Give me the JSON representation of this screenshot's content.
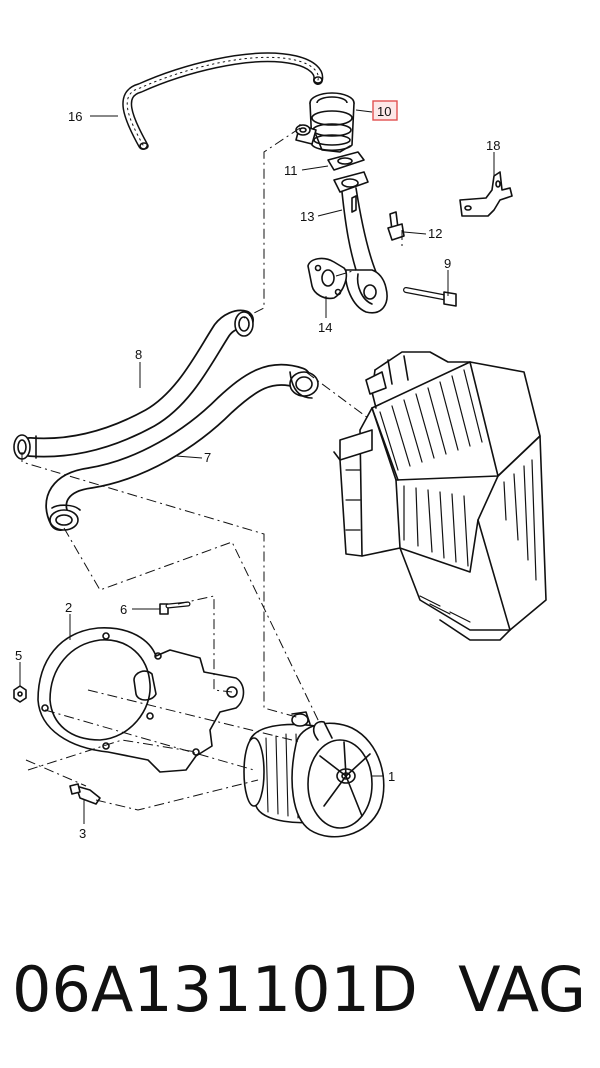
{
  "diagram": {
    "callouts": [
      {
        "id": "16",
        "label": "16"
      },
      {
        "id": "10",
        "label": "10"
      },
      {
        "id": "18",
        "label": "18"
      },
      {
        "id": "11",
        "label": "11"
      },
      {
        "id": "13",
        "label": "13"
      },
      {
        "id": "12",
        "label": "12"
      },
      {
        "id": "9",
        "label": "9"
      },
      {
        "id": "14",
        "label": "14"
      },
      {
        "id": "8",
        "label": "8"
      },
      {
        "id": "7",
        "label": "7"
      },
      {
        "id": "2",
        "label": "2"
      },
      {
        "id": "6",
        "label": "6"
      },
      {
        "id": "5",
        "label": "5"
      },
      {
        "id": "1",
        "label": "1"
      },
      {
        "id": "3",
        "label": "3"
      }
    ],
    "highlighted_callout": "10",
    "highlight_color": "#e05050",
    "highlight_fill": "#fde8e8"
  },
  "footer": {
    "part_number": "06A131101D",
    "brand": "VAG"
  }
}
